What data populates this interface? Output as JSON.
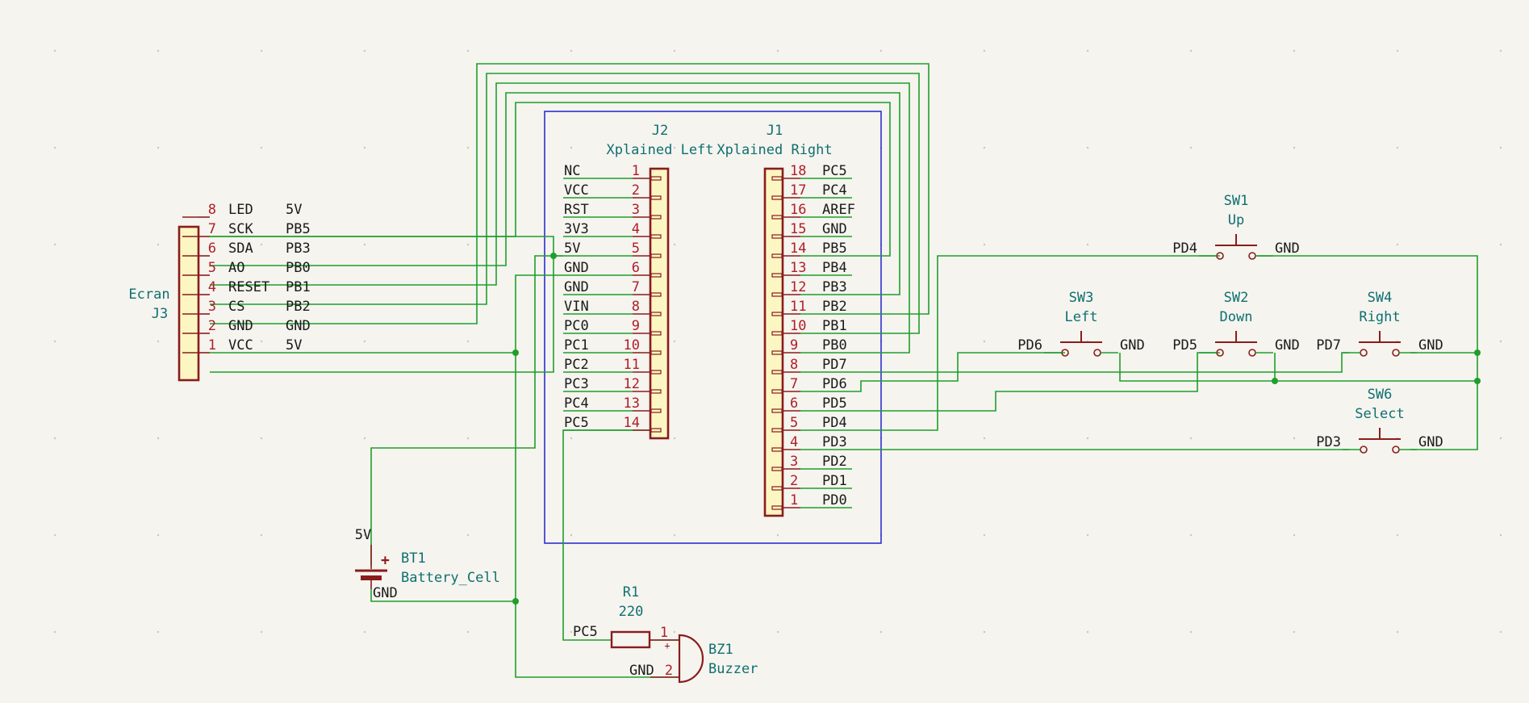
{
  "colors": {
    "background": "#f5f4ef",
    "wire": "#1f9e2b",
    "symbol": "#8a1c1c",
    "pin_number": "#b01e28",
    "reference": "#0f6f70",
    "group_box": "#2e2ecf",
    "connector_fill": "#fbf6c2"
  },
  "j3": {
    "ref": "J3",
    "value": "Ecran",
    "pins": [
      {
        "num": "8",
        "name": "LED",
        "net": "5V"
      },
      {
        "num": "7",
        "name": "SCK",
        "net": "PB5"
      },
      {
        "num": "6",
        "name": "SDA",
        "net": "PB3"
      },
      {
        "num": "5",
        "name": "AO",
        "net": "PB0"
      },
      {
        "num": "4",
        "name": "RESET",
        "net": "PB1"
      },
      {
        "num": "3",
        "name": "CS",
        "net": "PB2"
      },
      {
        "num": "2",
        "name": "GND",
        "net": "GND"
      },
      {
        "num": "1",
        "name": "VCC",
        "net": "5V"
      }
    ]
  },
  "j2": {
    "ref": "J2",
    "value": "Xplained Left",
    "pins": [
      {
        "num": "1",
        "name": "NC"
      },
      {
        "num": "2",
        "name": "VCC"
      },
      {
        "num": "3",
        "name": "RST"
      },
      {
        "num": "4",
        "name": "3V3"
      },
      {
        "num": "5",
        "name": "5V"
      },
      {
        "num": "6",
        "name": "GND"
      },
      {
        "num": "7",
        "name": "GND"
      },
      {
        "num": "8",
        "name": "VIN"
      },
      {
        "num": "9",
        "name": "PC0"
      },
      {
        "num": "10",
        "name": "PC1"
      },
      {
        "num": "11",
        "name": "PC2"
      },
      {
        "num": "12",
        "name": "PC3"
      },
      {
        "num": "13",
        "name": "PC4"
      },
      {
        "num": "14",
        "name": "PC5"
      }
    ]
  },
  "j1": {
    "ref": "J1",
    "value": "Xplained Right",
    "pins": [
      {
        "num": "18",
        "name": "PC5"
      },
      {
        "num": "17",
        "name": "PC4"
      },
      {
        "num": "16",
        "name": "AREF"
      },
      {
        "num": "15",
        "name": "GND"
      },
      {
        "num": "14",
        "name": "PB5"
      },
      {
        "num": "13",
        "name": "PB4"
      },
      {
        "num": "12",
        "name": "PB3"
      },
      {
        "num": "11",
        "name": "PB2"
      },
      {
        "num": "10",
        "name": "PB1"
      },
      {
        "num": "9",
        "name": "PB0"
      },
      {
        "num": "8",
        "name": "PD7"
      },
      {
        "num": "7",
        "name": "PD6"
      },
      {
        "num": "6",
        "name": "PD5"
      },
      {
        "num": "5",
        "name": "PD4"
      },
      {
        "num": "4",
        "name": "PD3"
      },
      {
        "num": "3",
        "name": "PD2"
      },
      {
        "num": "2",
        "name": "PD1"
      },
      {
        "num": "1",
        "name": "PD0"
      }
    ]
  },
  "switches": [
    {
      "ref": "SW1",
      "value": "Up",
      "left": "PD4",
      "right": "GND"
    },
    {
      "ref": "SW3",
      "value": "Left",
      "left": "PD6",
      "right": "GND"
    },
    {
      "ref": "SW2",
      "value": "Down",
      "left": "PD5",
      "right": "GND"
    },
    {
      "ref": "SW4",
      "value": "Right",
      "left": "PD7",
      "right": "GND"
    },
    {
      "ref": "SW6",
      "value": "Select",
      "left": "PD3",
      "right": "GND"
    }
  ],
  "bt1": {
    "ref": "BT1",
    "value": "Battery_Cell",
    "plus_net": "5V",
    "minus_net": "GND",
    "plus_mark": "+"
  },
  "r1": {
    "ref": "R1",
    "value": "220",
    "left_net": "PC5"
  },
  "bz1": {
    "ref": "BZ1",
    "value": "Buzzer",
    "pin1": "1",
    "pin2": "2",
    "plus_mark": "+",
    "net2": "GND"
  }
}
